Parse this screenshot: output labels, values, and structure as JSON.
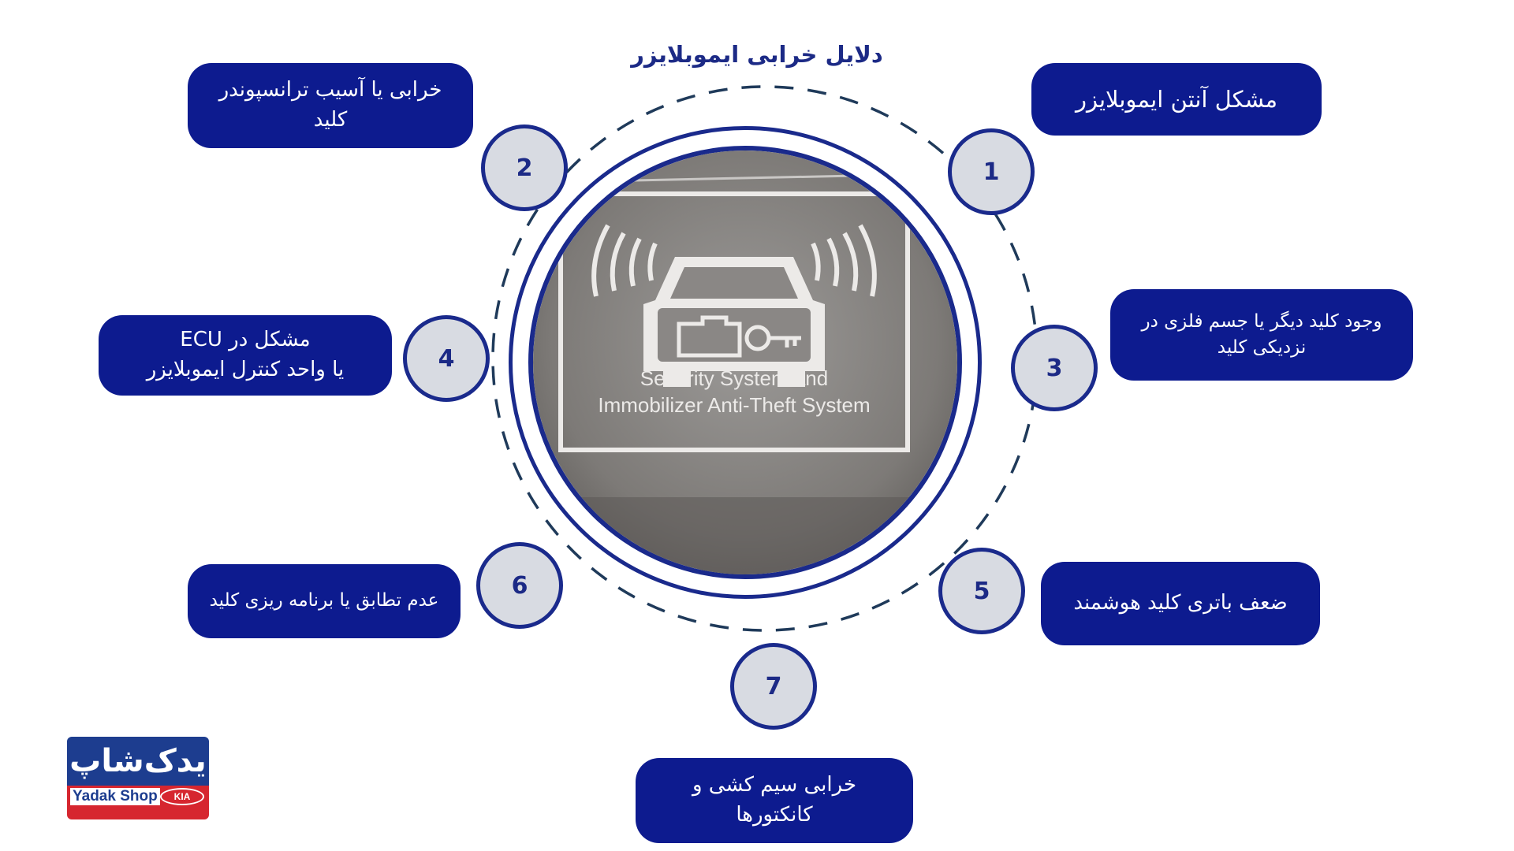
{
  "title": "دلایل خرابی ایموبلایزر",
  "colors": {
    "navy": "#0d1b8f",
    "circle_fill": "#d8dbe2",
    "ring": "#1a2a8c",
    "dash": "#1f3a5a"
  },
  "items": [
    {
      "number": "1",
      "text": "مشکل آنتن ایموبلایزر"
    },
    {
      "number": "2",
      "text": "خرابی یا آسیب ترانسپوندر\nکلید"
    },
    {
      "number": "3",
      "text": "وجود کلید دیگر یا جسم فلزی در\nنزدیکی کلید"
    },
    {
      "number": "4",
      "text": "مشکل در ECU\nیا واحد کنترل ایموبلایزر"
    },
    {
      "number": "5",
      "text": "ضعف باتری کلید هوشمند"
    },
    {
      "number": "6",
      "text": "عدم تطابق یا برنامه ریزی کلید"
    },
    {
      "number": "7",
      "text": "خرابی سیم کشی و\nکانکتورها"
    }
  ],
  "photo": {
    "label_line1": "Security System and",
    "label_line2": "Immobilizer Anti-Theft System",
    "icon": "car-engine-key-icon"
  },
  "logo": {
    "fa": "یدک‌شاپ",
    "en": "Yadak Shop",
    "brand_mark": "KIA"
  }
}
